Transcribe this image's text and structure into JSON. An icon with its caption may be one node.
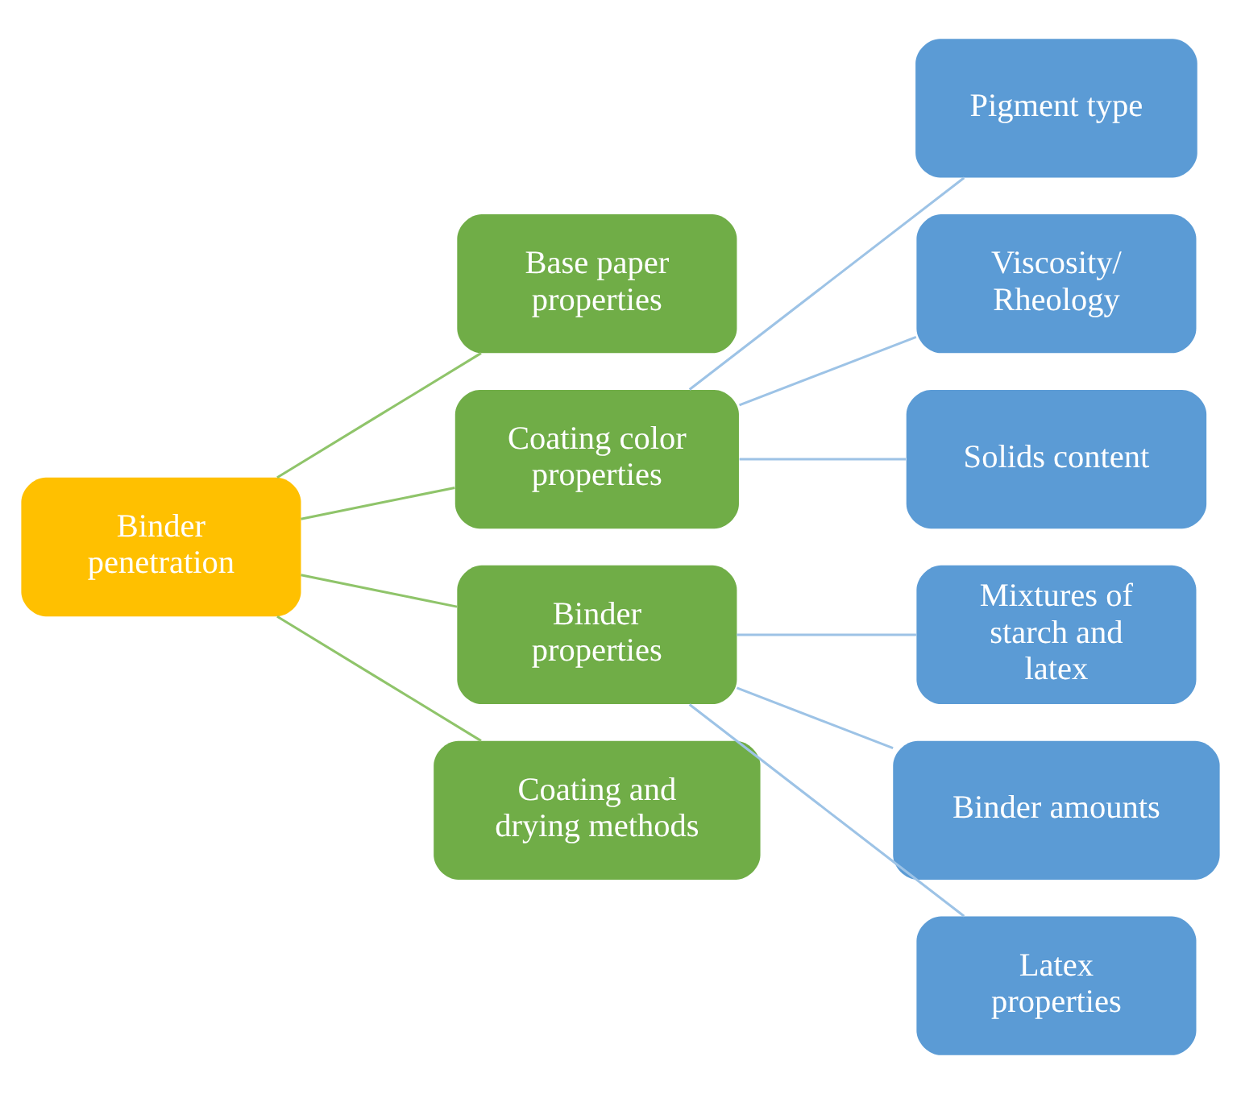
{
  "diagram": {
    "nodes": [
      {
        "text": [
          "Binder penetration"
        ]
      },
      {
        "text": [
          "Base paper properties"
        ]
      },
      {
        "text": [
          "Coating color properties"
        ]
      },
      {
        "text": [
          "Binder properties"
        ]
      },
      {
        "text": [
          "Coating and drying methods"
        ]
      },
      {
        "text": [
          "Pigment type"
        ]
      },
      {
        "text": [
          "Viscosity/ Rheology"
        ]
      },
      {
        "text": [
          "Solids content"
        ]
      },
      {
        "text": [
          "Mixtures of starch and latex"
        ]
      },
      {
        "text": [
          "Binder amounts"
        ]
      },
      {
        "text": [
          "Latex properties"
        ]
      }
    ],
    "edges": [
      {
        "from": 0,
        "to": 1,
        "arrow": "none",
        "color": "#8fc46a"
      },
      {
        "from": 0,
        "to": 2,
        "arrow": "none",
        "color": "#8fc46a"
      },
      {
        "from": 0,
        "to": 3,
        "arrow": "none",
        "color": "#8fc46a"
      },
      {
        "from": 0,
        "to": 4,
        "arrow": "none",
        "color": "#8fc46a"
      },
      {
        "from": 2,
        "to": 5,
        "arrow": "none"
      },
      {
        "from": 2,
        "to": 6,
        "arrow": "none"
      },
      {
        "from": 2,
        "to": 7,
        "arrow": "none"
      },
      {
        "from": 3,
        "to": 8,
        "arrow": "none"
      },
      {
        "from": 3,
        "to": 9,
        "arrow": "none"
      },
      {
        "from": 3,
        "to": 10,
        "arrow": "none"
      }
    ]
  }
}
